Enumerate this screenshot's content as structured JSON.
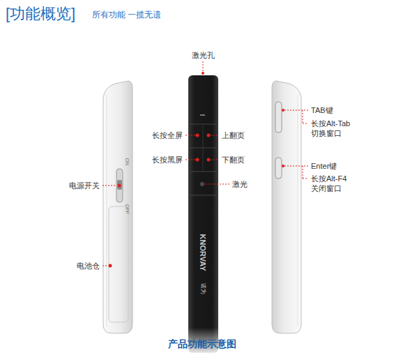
{
  "diagram": {
    "title": "[功能概览]",
    "caption": "产品功能示意图",
    "labels": [
      "所有功能 一揽无遗",
      "激光孔",
      "长按全屏",
      "上翻页",
      "长按黑屏",
      "下翻页",
      "激光",
      "电源开关",
      "ON",
      "OFF",
      "电池仓",
      "TAB键",
      "长按Alt-Tab 切换窗口",
      "Enter键",
      "长按Alt-F4 关闭窗口",
      "KNORVAY",
      "诺为"
    ]
  }
}
